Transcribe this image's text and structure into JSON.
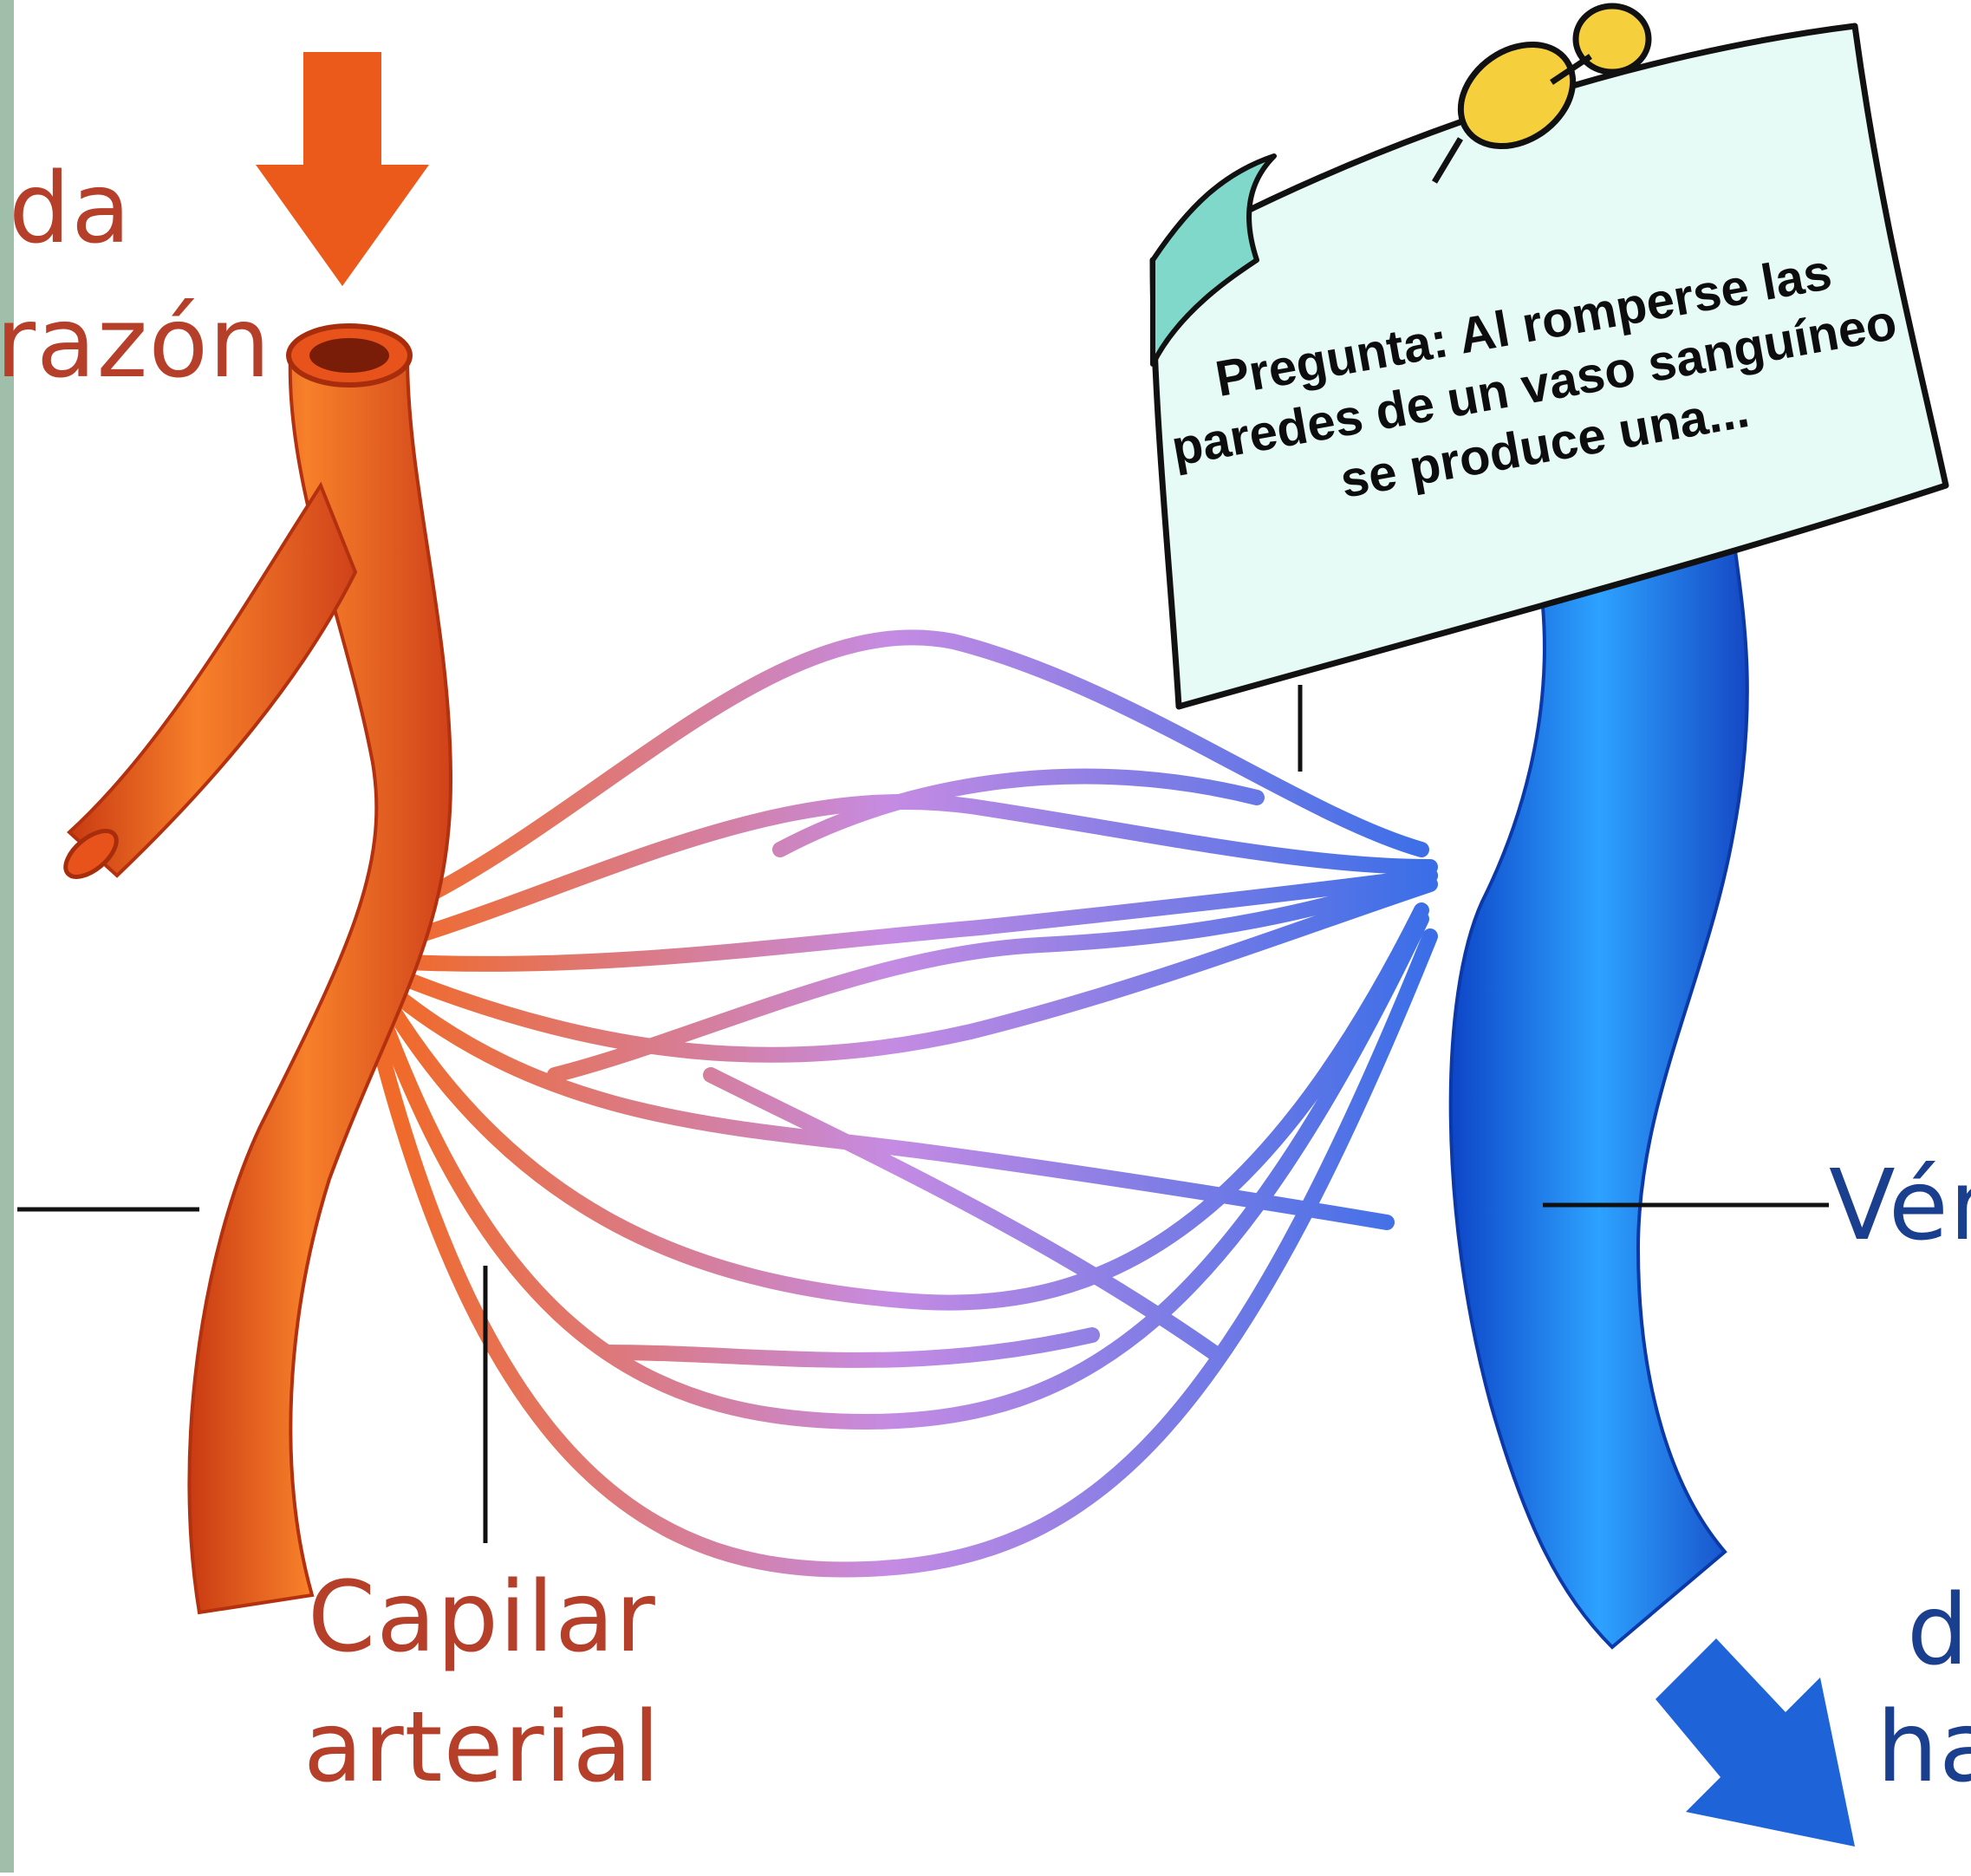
{
  "labels": {
    "top_left_line1": "da",
    "top_left_line2": "razón",
    "capillary_line1": "Capilar",
    "capillary_line2": "arterial",
    "right_mid": "Vén",
    "bottom_right_line1": "d",
    "bottom_right_line2": "ha"
  },
  "note": {
    "text": "Pregunta: Al romperse las paredes de un vaso sanguíneo se produce una..."
  },
  "colors": {
    "artery": "#e8531c",
    "vein": "#1f6fe6",
    "capillary_mid": "#b98be0",
    "note_fill": "#e6fbf6",
    "note_fold": "#7fd8c9",
    "pin": "#f6cf3c",
    "sidebar": "#9fbfaa"
  },
  "icons": [
    "arrow-down-icon",
    "arrow-down-right-icon",
    "pushpin-icon"
  ]
}
